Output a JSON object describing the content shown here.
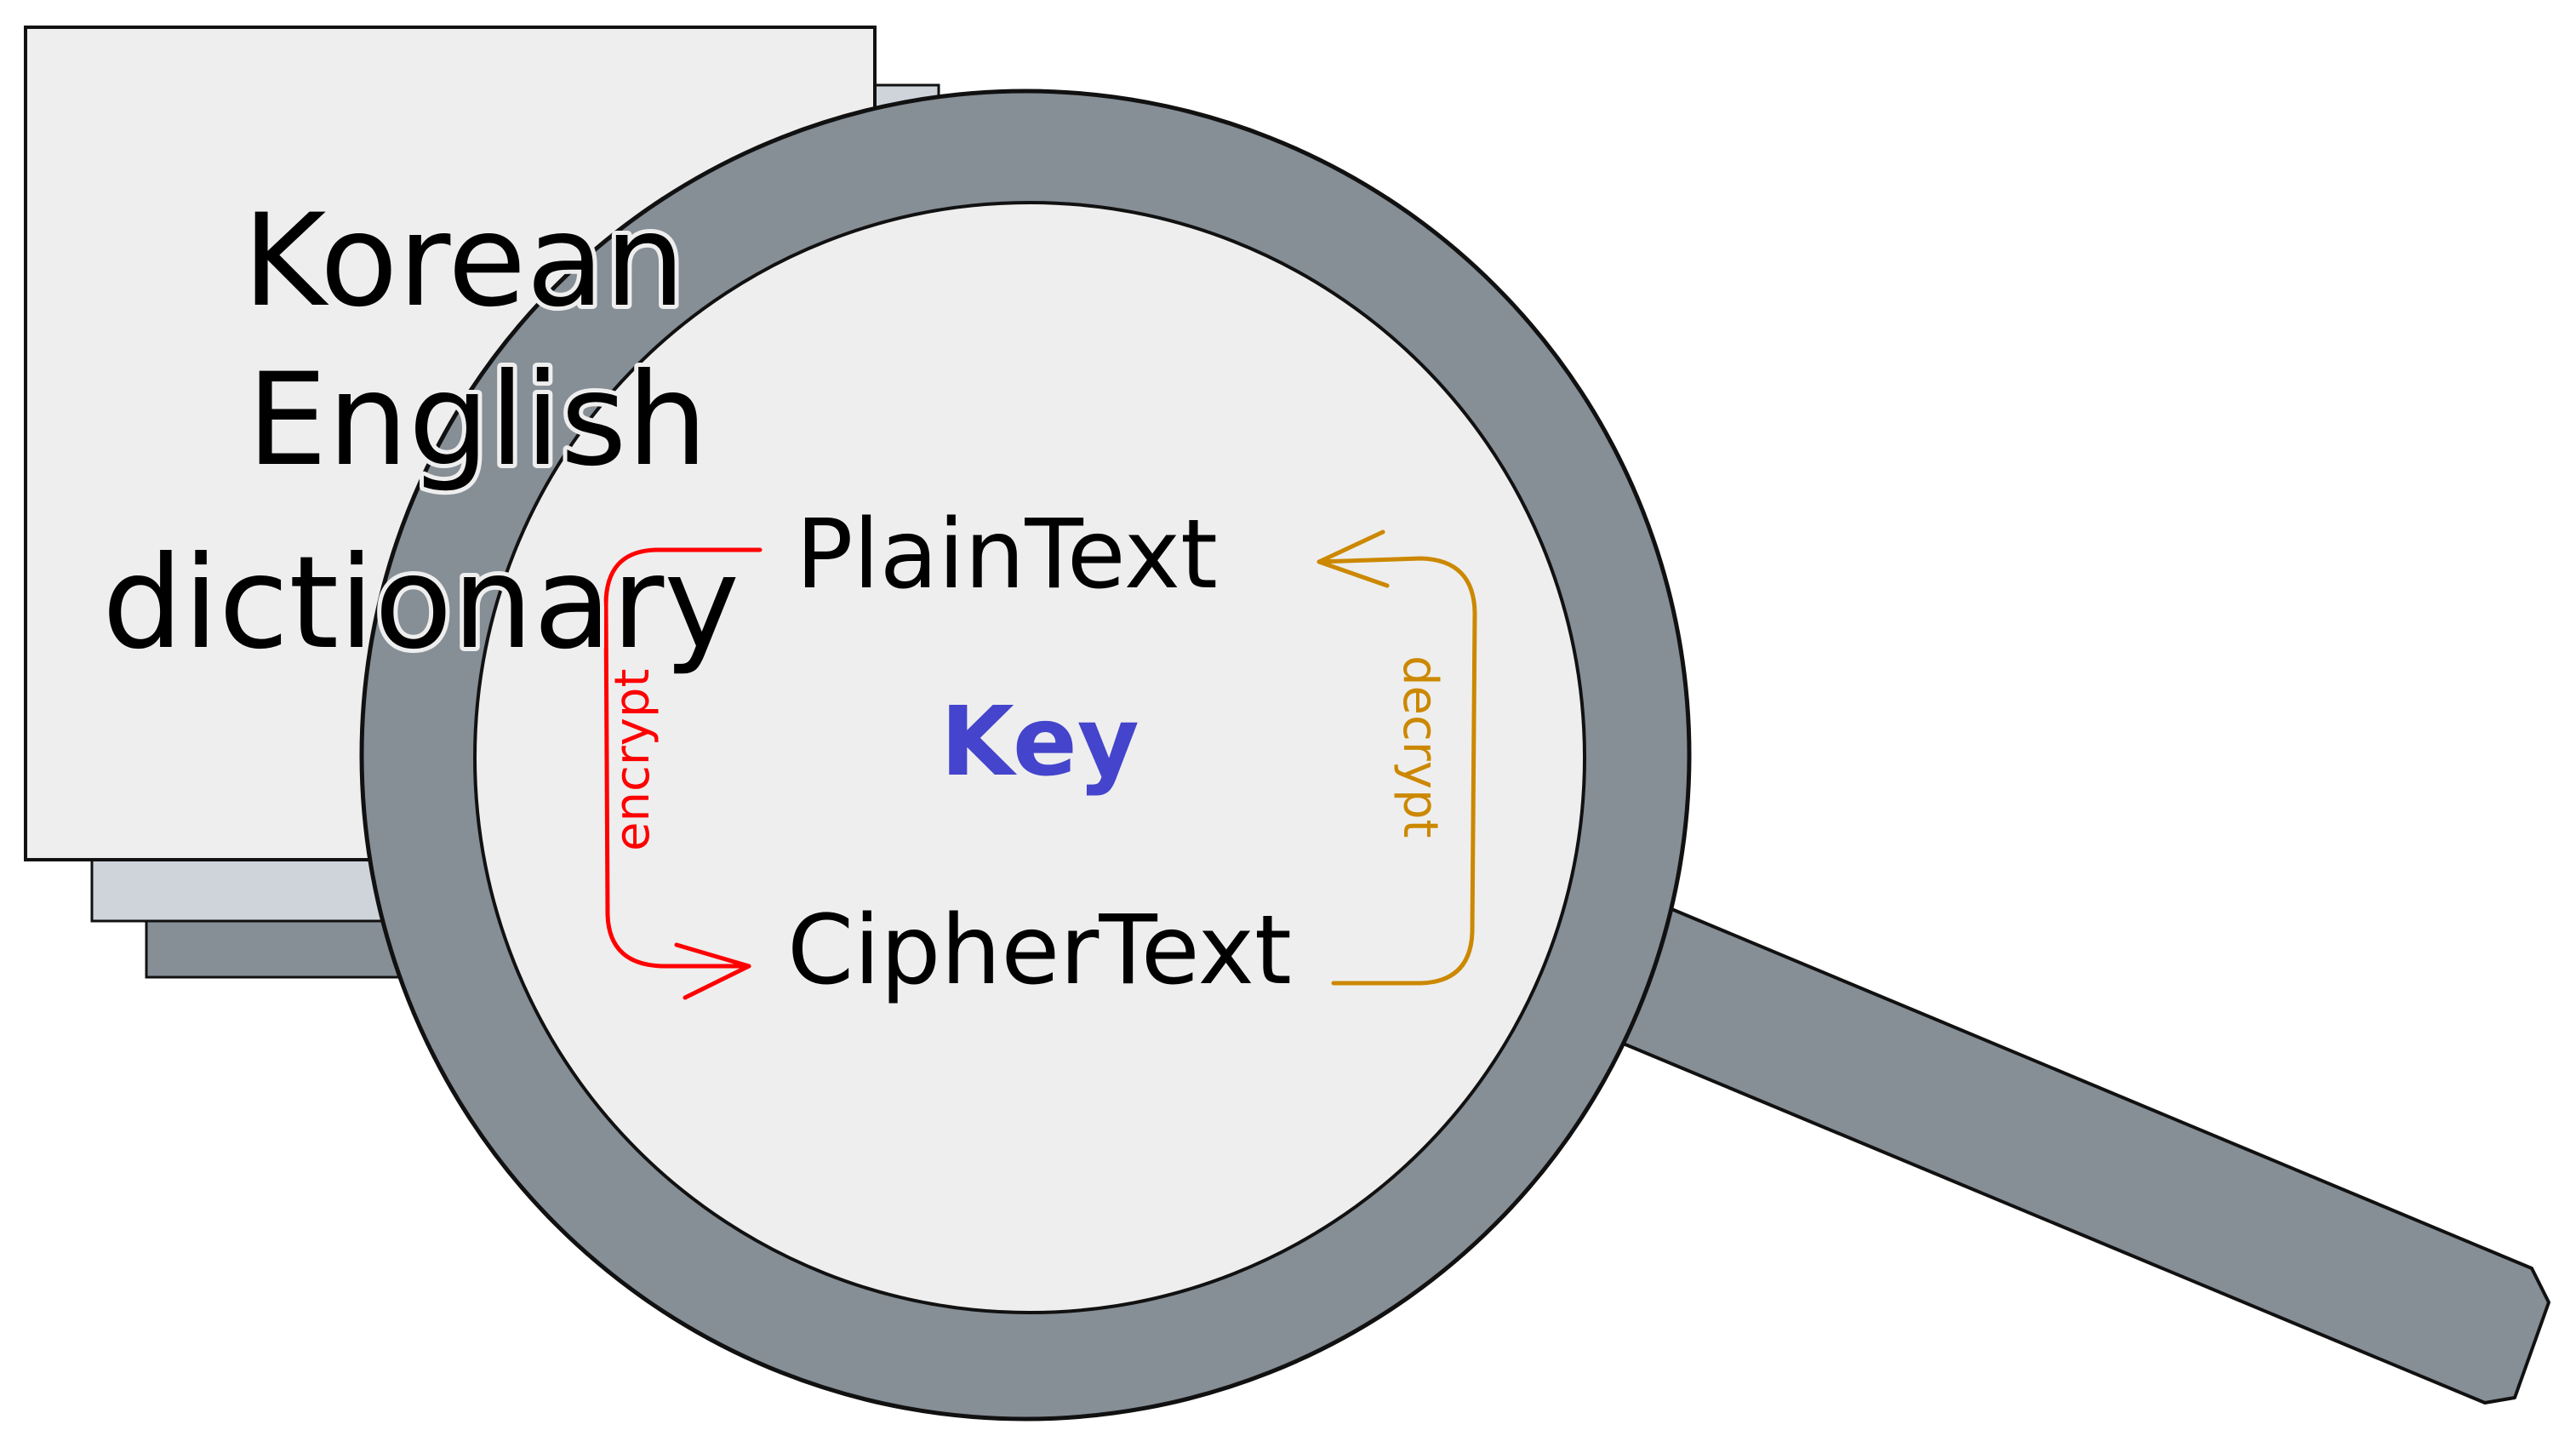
{
  "book": {
    "lines": [
      "Korean",
      "English",
      "dictionary"
    ]
  },
  "lens": {
    "plaintext": "PlainText",
    "ciphertext": "CipherText",
    "key": "Key",
    "encrypt_label": "encrypt",
    "decrypt_label": "decrypt"
  },
  "colors": {
    "book_page": "#eeeeee",
    "book_layer2": "#ced4da",
    "book_layer3": "#868e96",
    "magnifier": "#868e96",
    "lens": "#eeeeee",
    "key": "#4444cc",
    "encrypt": "#ff0000",
    "decrypt": "#cc8800"
  }
}
